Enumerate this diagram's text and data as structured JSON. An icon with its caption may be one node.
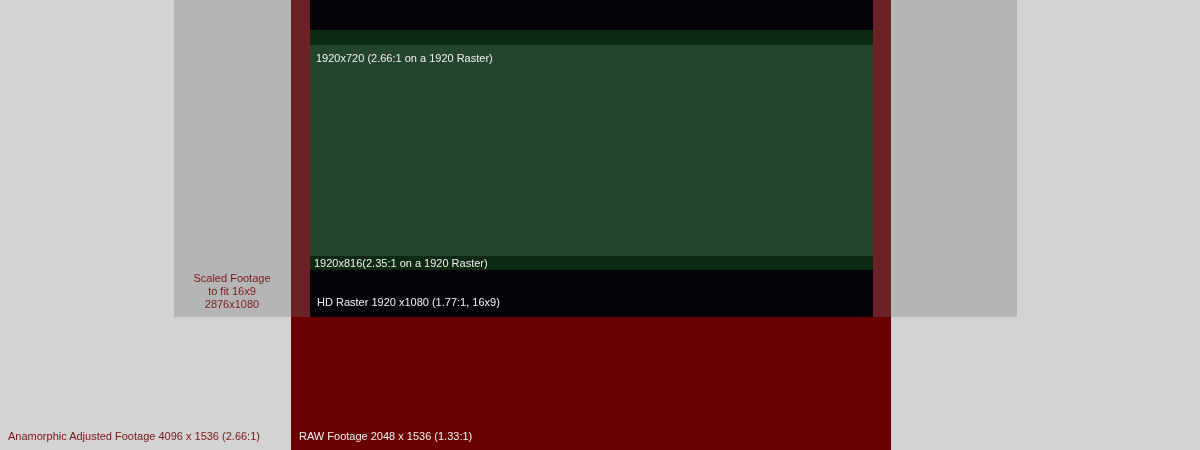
{
  "diagram": {
    "nodes": [
      {
        "text": [
          "Anamorphic Adjusted Footage 4096 x 1536 (2.66:1)"
        ]
      },
      {
        "text": [
          "Scaled Footage to fit 16x9 2876x1080"
        ],
        "in": 0
      },
      {
        "text": [
          "RAW Footage 2048 x 1536 (1.33:1)"
        ],
        "in": 0
      },
      {
        "text": [
          "HD Raster 1920 x1080 (1.77:1, 16x9)"
        ],
        "in": 1
      },
      {
        "text": [
          "1920x816(2.35:1 on a 1920 Raster)"
        ],
        "in": 3
      },
      {
        "text": [
          "1920x720 (2.66:1 on a 1920 Raster)"
        ],
        "in": 4
      }
    ]
  }
}
